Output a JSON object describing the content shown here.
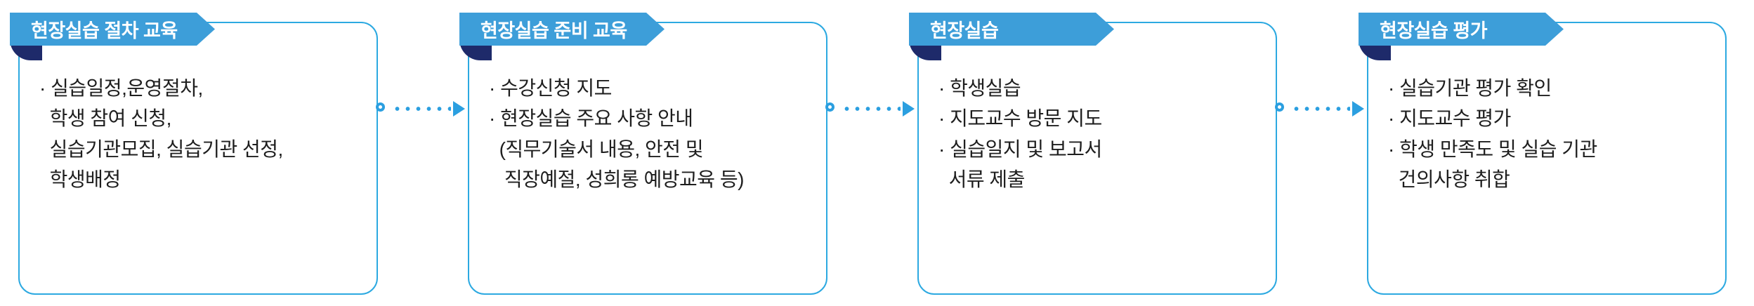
{
  "steps": [
    {
      "title": "현장실습 절차 교육",
      "lines": [
        "· 실습일정,운영절차,",
        "  학생 참여 신청,",
        "  실습기관모집, 실습기관 선정,",
        "  학생배정"
      ]
    },
    {
      "title": "현장실습 준비 교육",
      "lines": [
        "· 수강신청 지도",
        "· 현장실습 주요 사항 안내",
        "  (직무기술서 내용, 안전 및",
        "   직장예절, 성희롱 예방교육 등)"
      ]
    },
    {
      "title": "현장실습",
      "lines": [
        "· 학생실습",
        "· 지도교수 방문 지도",
        "· 실습일지 및 보고서",
        "  서류 제출"
      ]
    },
    {
      "title": "현장실습 평가",
      "lines": [
        "· 실습기관 평가 확인",
        "· 지도교수 평가",
        "· 학생 만족도 및 실습 기관",
        "  건의사항 취합"
      ]
    }
  ],
  "colors": {
    "ribbon": "#3D9ED9",
    "fold": "#1E2A6A",
    "border": "#2CA9E1",
    "arrow": "#2B9FE0",
    "text": "#1E1E1E"
  }
}
